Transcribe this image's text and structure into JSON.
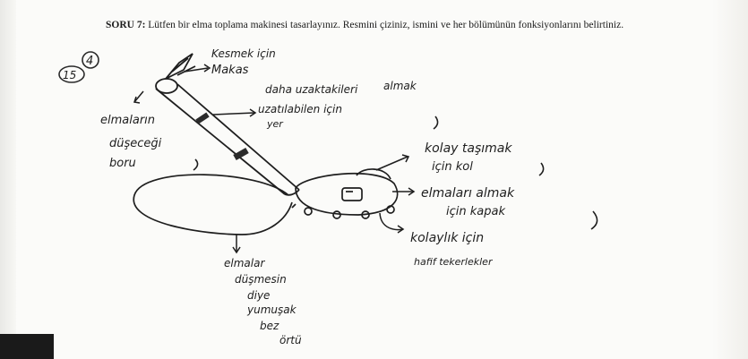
{
  "question": {
    "number": "SORU 7:",
    "text": "Lütfen bir elma toplama makinesi tasarlayınız. Resmini çiziniz, ismini ve her bölümünün fonksiyonlarını belirtiniz."
  },
  "grade": {
    "score_circled": "4",
    "out_of": "15"
  },
  "labels": {
    "scissors_line1": "Kesmek için",
    "scissors_line2": "Makas",
    "extend_line1": "daha uzaktakileri",
    "extend_line1b": "almak",
    "extend_line2": "uzatılabilen için",
    "extend_line3": "yer",
    "tube_line1": "elmaların",
    "tube_line2": "düşeceği",
    "tube_line3": "boru",
    "handle_line1": "kolay taşımak",
    "handle_line2": "için kol",
    "lid_line1": "elmaları almak",
    "lid_line2": "için kapak",
    "wheels_line1": "kolaylık için",
    "wheels_line2": "hafif tekerlekler",
    "cloth_line1": "elmalar",
    "cloth_line2": "düşmesin",
    "cloth_line3": "diye",
    "cloth_line4": "yumuşak",
    "cloth_line5": "bez",
    "cloth_line6": "örtü"
  }
}
